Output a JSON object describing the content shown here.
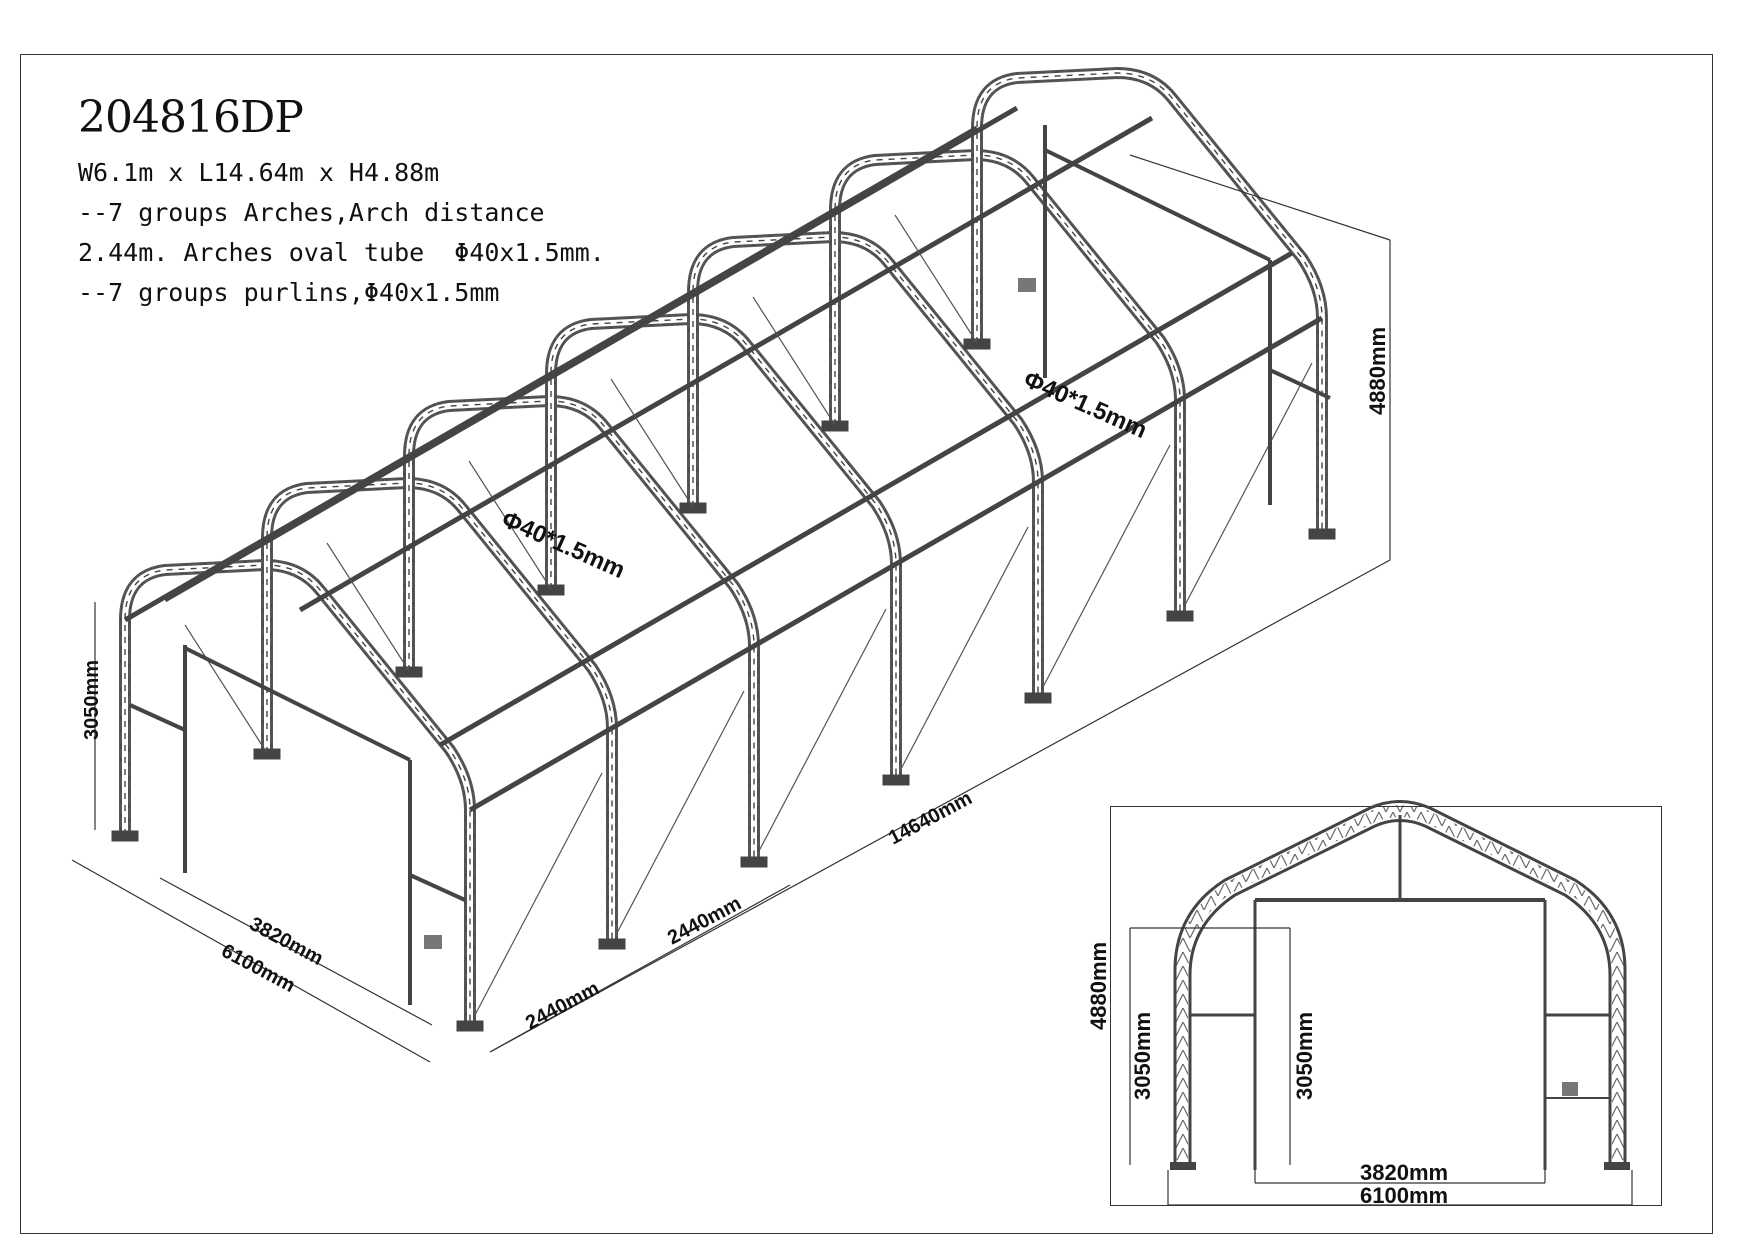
{
  "title": "204816DP",
  "specs": {
    "line1": "W6.1m x L14.64m x H4.88m",
    "line2": "--7 groups Arches,Arch distance",
    "line3": "2.44m. Arches oval tube  Φ40x1.5mm.",
    "line4": "--7 groups purlins,Φ40x1.5mm"
  },
  "iso_labels": {
    "height_total": "4880mm",
    "height_side": "3050mm",
    "tube_1": "Φ40*1.5mm",
    "tube_2": "Φ40*1.5mm",
    "length": "14640mm",
    "door_width": "3820mm",
    "width": "6100mm",
    "arch_dist_1": "2440mm",
    "arch_dist_2": "2440mm"
  },
  "front_labels": {
    "height_total": "4880mm",
    "height_side": "3050mm",
    "height_door": "3050mm",
    "door_width": "3820mm",
    "width": "6100mm"
  }
}
